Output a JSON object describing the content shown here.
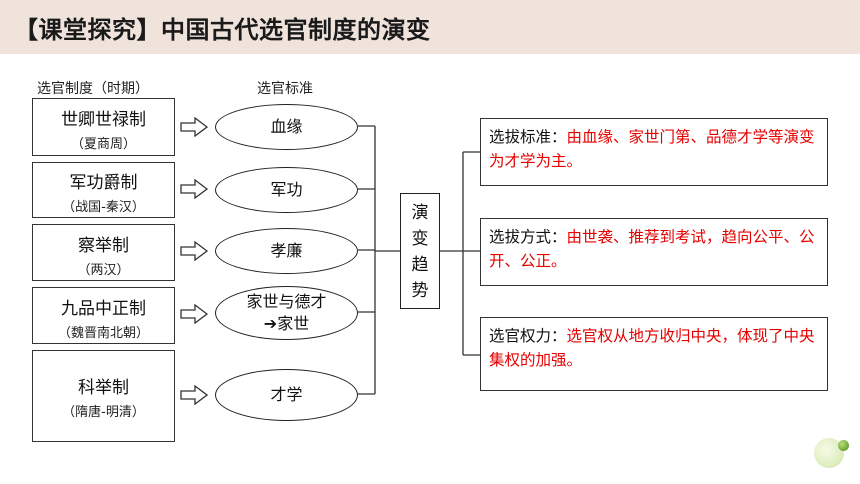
{
  "title": "【课堂探究】中国古代选官制度的演变",
  "headers": {
    "systems": "选官制度（时期）",
    "standards": "选官标准"
  },
  "systems": [
    {
      "name": "世卿世禄制",
      "period": "（夏商周）",
      "standard": "血缘"
    },
    {
      "name": "军功爵制",
      "period": "（战国-秦汉）",
      "standard": "军功"
    },
    {
      "name": "察举制",
      "period": "（两汉）",
      "standard": "孝廉"
    },
    {
      "name": "九品中正制",
      "period": "（魏晋南北朝）",
      "standard": "家世与德才\n➔家世"
    },
    {
      "name": "科举制",
      "period": "（隋唐-明清）",
      "standard": "才学"
    }
  ],
  "center": [
    "演",
    "变",
    "趋",
    "势"
  ],
  "trends": [
    {
      "label": "选拔标准：",
      "text": "由血缘、家世门第、品德才学等演变为才学为主。"
    },
    {
      "label": "选拔方式：",
      "text": "由世袭、推荐到考试，趋向公平、公开、公正。"
    },
    {
      "label": "选官权力：",
      "text": "选官权从地方收归中央，体现了中央集权的加强。"
    }
  ],
  "colors": {
    "title_bg": "#efe3dc",
    "highlight": "#e60000"
  }
}
